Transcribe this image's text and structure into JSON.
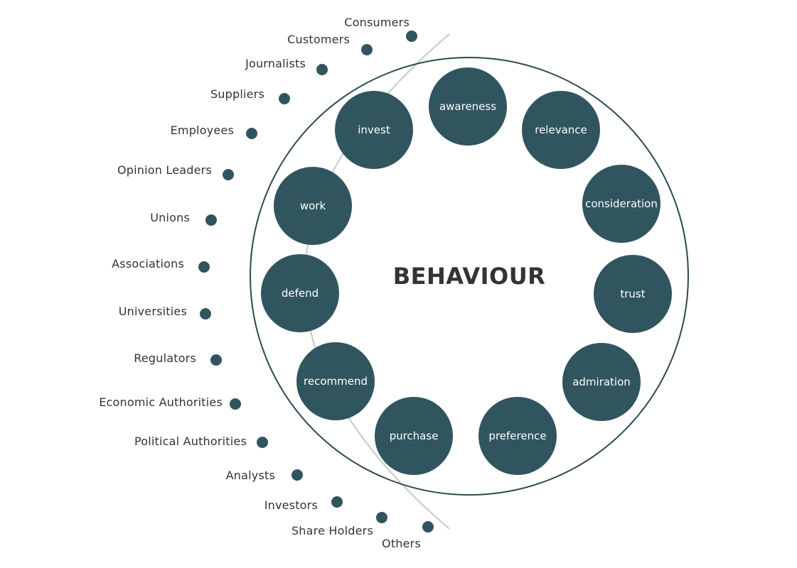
{
  "colors": {
    "circle_fill": "#30555f",
    "ring_stroke": "#2a4a54",
    "arc_stroke": "#c8c8c8",
    "dot_fill": "#30555f",
    "text": "#333333"
  },
  "center_title": "BEHAVIOUR",
  "behaviours": [
    "awareness",
    "relevance",
    "consideration",
    "trust",
    "admiration",
    "preference",
    "purchase",
    "recommend",
    "defend",
    "work",
    "invest"
  ],
  "stakeholders": [
    "Consumers",
    "Customers",
    "Journalists",
    "Suppliers",
    "Employees",
    "Opinion Leaders",
    "Unions",
    "Associations",
    "Universities",
    "Regulators",
    "Economic Authorities",
    "Political Authorities",
    "Analysts",
    "Investors",
    "Share Holders",
    "Others"
  ]
}
